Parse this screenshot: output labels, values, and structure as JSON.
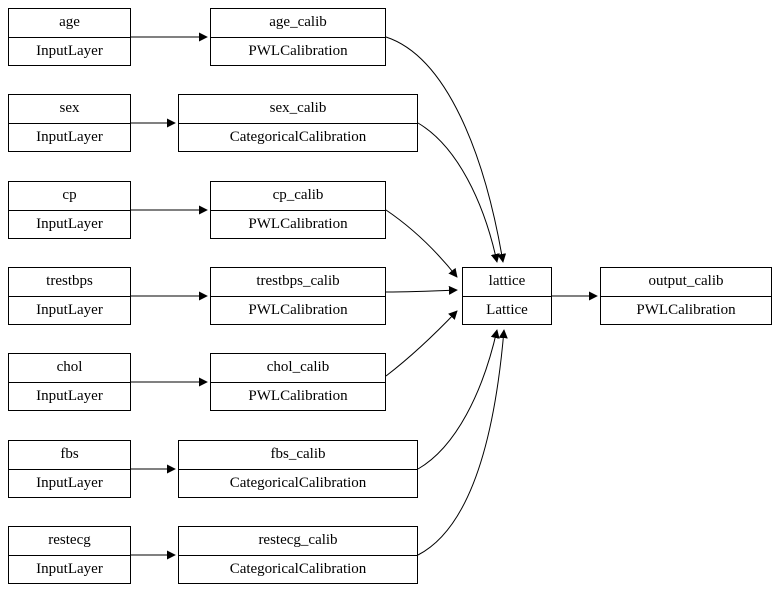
{
  "diagram": {
    "title": "lattice-model-graph",
    "colors": {
      "background": "#ffffff",
      "node_border": "#000000",
      "edge": "#000000",
      "text": "#000000"
    },
    "nodes": {
      "age": {
        "title": "age",
        "type": "InputLayer"
      },
      "sex": {
        "title": "sex",
        "type": "InputLayer"
      },
      "cp": {
        "title": "cp",
        "type": "InputLayer"
      },
      "trestbps": {
        "title": "trestbps",
        "type": "InputLayer"
      },
      "chol": {
        "title": "chol",
        "type": "InputLayer"
      },
      "fbs": {
        "title": "fbs",
        "type": "InputLayer"
      },
      "restecg": {
        "title": "restecg",
        "type": "InputLayer"
      },
      "age_calib": {
        "title": "age_calib",
        "type": "PWLCalibration"
      },
      "sex_calib": {
        "title": "sex_calib",
        "type": "CategoricalCalibration"
      },
      "cp_calib": {
        "title": "cp_calib",
        "type": "PWLCalibration"
      },
      "trestbps_calib": {
        "title": "trestbps_calib",
        "type": "PWLCalibration"
      },
      "chol_calib": {
        "title": "chol_calib",
        "type": "PWLCalibration"
      },
      "fbs_calib": {
        "title": "fbs_calib",
        "type": "CategoricalCalibration"
      },
      "restecg_calib": {
        "title": "restecg_calib",
        "type": "CategoricalCalibration"
      },
      "lattice": {
        "title": "lattice",
        "type": "Lattice"
      },
      "output_calib": {
        "title": "output_calib",
        "type": "PWLCalibration"
      }
    },
    "edges": [
      {
        "from": "age",
        "to": "age_calib"
      },
      {
        "from": "sex",
        "to": "sex_calib"
      },
      {
        "from": "cp",
        "to": "cp_calib"
      },
      {
        "from": "trestbps",
        "to": "trestbps_calib"
      },
      {
        "from": "chol",
        "to": "chol_calib"
      },
      {
        "from": "fbs",
        "to": "fbs_calib"
      },
      {
        "from": "restecg",
        "to": "restecg_calib"
      },
      {
        "from": "age_calib",
        "to": "lattice"
      },
      {
        "from": "sex_calib",
        "to": "lattice"
      },
      {
        "from": "cp_calib",
        "to": "lattice"
      },
      {
        "from": "trestbps_calib",
        "to": "lattice"
      },
      {
        "from": "chol_calib",
        "to": "lattice"
      },
      {
        "from": "fbs_calib",
        "to": "lattice"
      },
      {
        "from": "restecg_calib",
        "to": "lattice"
      },
      {
        "from": "lattice",
        "to": "output_calib"
      }
    ]
  }
}
